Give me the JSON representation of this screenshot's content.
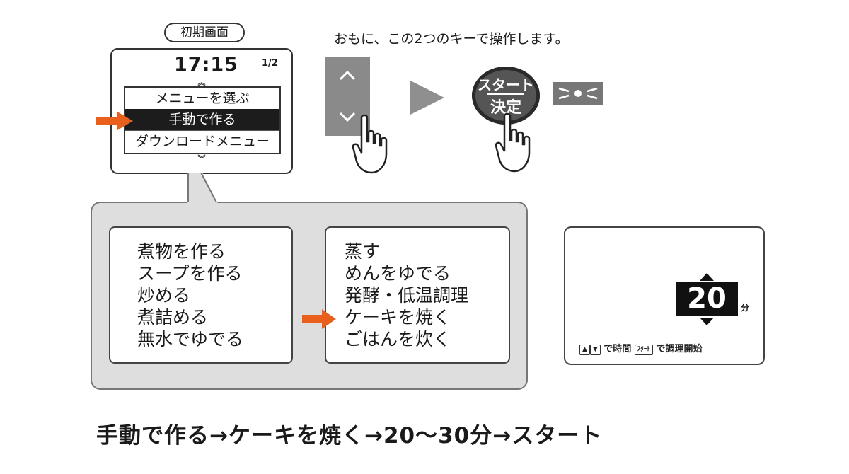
{
  "initial_screen": {
    "label": "初期画面",
    "time": "17:15",
    "page": "1/2",
    "up_chevron": "︽",
    "down_chevron": "︾",
    "items": [
      "メニューを選ぶ",
      "手動で作る",
      "ダウンロードメニュー"
    ],
    "selected_index": 1
  },
  "instruction": "おもに、この2つのキーで操作します。",
  "start_key": {
    "line1": "スタート",
    "line2": "決定"
  },
  "submenu_left": [
    "煮物を作る",
    "スープを作る",
    "炒める",
    "煮詰める",
    "無水でゆでる"
  ],
  "submenu_right": [
    "蒸す",
    "めんをゆでる",
    "発酵・低温調理",
    "ケーキを焼く",
    "ごはんを炊く"
  ],
  "submenu_right_selected_index": 3,
  "timer": {
    "value": "20",
    "unit": "分",
    "hint_keys": "で時間",
    "hint_start_key": "ｽﾀｰﾄ",
    "hint_tail": "で調理開始"
  },
  "summary": "手動で作る→ケーキを焼く→20～30分→スタート",
  "colors": {
    "accent": "#e8601c",
    "key_gray": "#8a8a8a",
    "panel_gray": "#dedede"
  }
}
